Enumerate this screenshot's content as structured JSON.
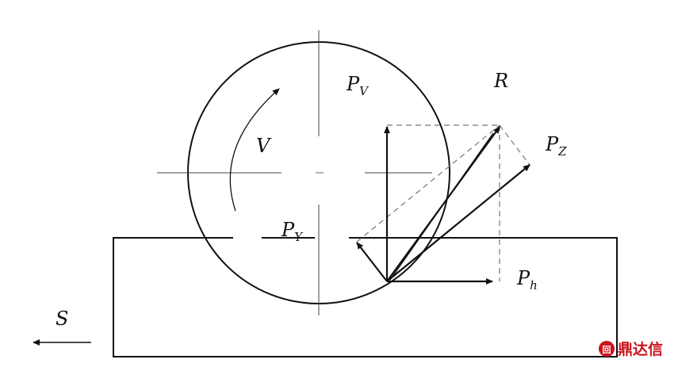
{
  "diagram": {
    "labels": {
      "pv": {
        "main": "P",
        "sub": "V"
      },
      "r": {
        "main": "R"
      },
      "pz": {
        "main": "P",
        "sub": "Z"
      },
      "v": {
        "main": "V"
      },
      "py": {
        "main": "P",
        "sub": "Y"
      },
      "ph": {
        "main": "P",
        "sub": "h"
      },
      "s": {
        "main": "S"
      }
    }
  },
  "watermark": {
    "text": "鼎达信",
    "color": "#c8151d"
  },
  "colors": {
    "stroke": "#111111",
    "dashed": "#777777",
    "centerline": "#444444"
  }
}
